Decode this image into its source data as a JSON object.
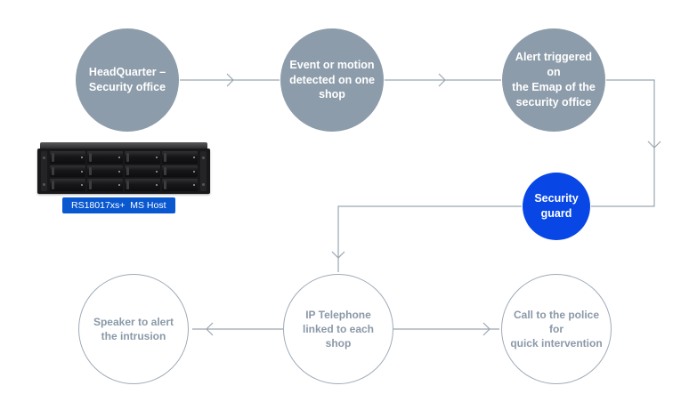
{
  "colors": {
    "node_gray": "#8c9caa",
    "node_blue": "#0847e6",
    "outline": "#9fabb6",
    "outline_text": "#8a99a8",
    "arrow": "#9aa6b0",
    "label_bg": "#0a58d0"
  },
  "nodes": {
    "hq": "HeadQuarter –\nSecurity office",
    "event": "Event or motion\ndetected on one\nshop",
    "alert": "Alert triggered on\nthe Emap of the\nsecurity office",
    "guard": "Security\nguard",
    "speaker": "Speaker to alert\nthe intrusion",
    "phone": "IP Telephone\nlinked to each shop",
    "police": "Call to the police for\nquick intervention"
  },
  "device": {
    "label": "RS18017xs+  MS Host"
  }
}
